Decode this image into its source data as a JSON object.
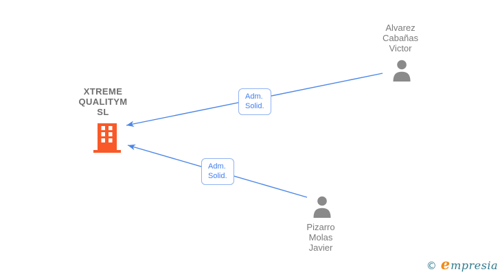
{
  "diagram": {
    "company": {
      "name_lines": [
        "XTREME",
        "QUALITYM",
        "SL"
      ],
      "icon": "building-icon"
    },
    "persons": [
      {
        "id": "alvarez",
        "name_lines": [
          "Alvarez",
          "Cabañas",
          "Victor"
        ],
        "icon": "person-icon"
      },
      {
        "id": "pizarro",
        "name_lines": [
          "Pizarro",
          "Molas",
          "Javier"
        ],
        "icon": "person-icon"
      }
    ],
    "edges": [
      {
        "from": "Alvarez Cabañas Victor",
        "to": "XTREME QUALITYM SL",
        "label_lines": [
          "Adm.",
          "Solid."
        ]
      },
      {
        "from": "Pizarro Molas Javier",
        "to": "XTREME QUALITYM SL",
        "label_lines": [
          "Adm.",
          "Solid."
        ]
      }
    ]
  },
  "watermark": {
    "copyright": "©",
    "brand_first": "e",
    "brand_rest": "mpresia"
  },
  "colors": {
    "edge_blue": "#4a86e8",
    "edge_label_text": "#3f7fef",
    "edge_label_border": "#8fb2f2",
    "building_orange": "#f95928",
    "person_gray": "#8a8a8a",
    "name_text_gray": "#7a7a7a",
    "company_text_gray": "#6e6e6e",
    "brand_teal": "#2f7a8d",
    "brand_orange": "#f08a18"
  }
}
